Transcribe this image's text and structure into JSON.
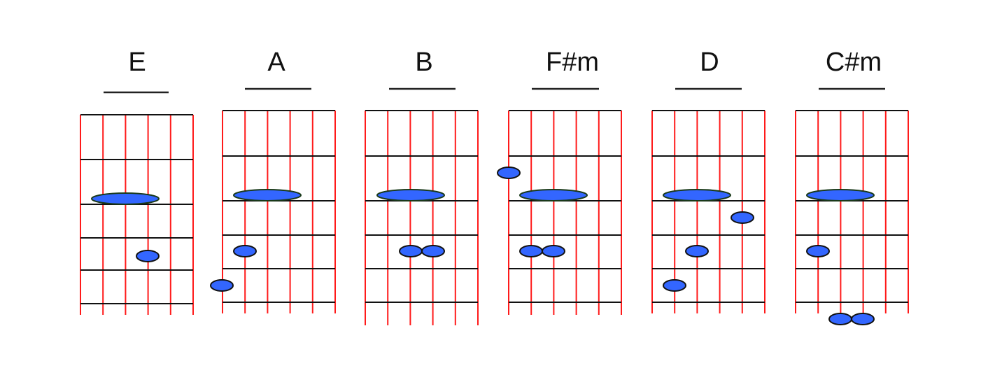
{
  "chords": [
    {
      "name": "E"
    },
    {
      "name": "A"
    },
    {
      "name": "B"
    },
    {
      "name": "F#m"
    },
    {
      "name": "D"
    },
    {
      "name": "C#m"
    }
  ],
  "colors": {
    "string": "#ff1a1a",
    "fret": "#111111",
    "dot_fill": "#3366ff",
    "dot_stroke": "#111111",
    "barre_stroke": "#1a3a1a"
  }
}
